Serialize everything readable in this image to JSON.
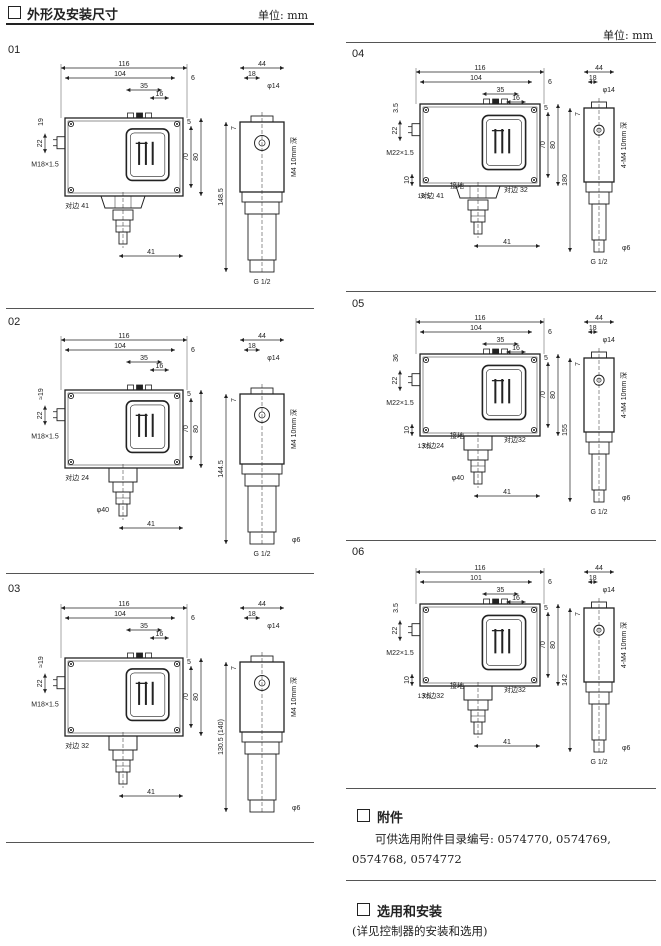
{
  "header": {
    "left_title": "外形及安装尺寸",
    "left_unit": "单位: mm",
    "right_unit": "单位: mm"
  },
  "models": [
    {
      "label": "01",
      "dims": {
        "w_total": "116",
        "w_box": "104",
        "d35": "35",
        "d16": "16",
        "d5": "5",
        "d6": "6",
        "d19": "19",
        "d22": "22",
        "thread": "M18×1.5",
        "h70": "70",
        "h80": "80",
        "flat": "对边 41",
        "w41": "41",
        "d44": "44",
        "d18": "18",
        "phi14": "φ14",
        "vlabel": "M4 10mm 深",
        "h_total": "148.5",
        "g": "G 1/2",
        "d7": "7"
      }
    },
    {
      "label": "02",
      "dims": {
        "w_total": "116",
        "w_box": "104",
        "d35": "35",
        "d16": "16",
        "d5": "5",
        "d6": "6",
        "d19": "≈19",
        "d22": "22",
        "thread": "M18×1.5",
        "h70": "70",
        "h80": "80",
        "flat": "对边 24",
        "w41": "41",
        "d44": "44",
        "d18": "18",
        "phi14": "φ14",
        "vlabel": "M4 10mm 深",
        "h_total": "144.5",
        "g": "G 1/2",
        "phi6": "φ6",
        "phi40": "φ40",
        "d7": "7"
      }
    },
    {
      "label": "03",
      "dims": {
        "w_total": "116",
        "w_box": "104",
        "d35": "35",
        "d16": "16",
        "d5": "5",
        "d6": "6",
        "d19": "≈19",
        "d22": "22",
        "thread": "M18×1.5",
        "h70": "70",
        "h80": "80",
        "flat": "对边 32",
        "w41": "41",
        "d44": "44",
        "d18": "18",
        "phi14": "φ14",
        "vlabel": "M4 10mm 深",
        "h_total": "130.5 (140)",
        "g": "G 1/2",
        "phi6": "φ6",
        "d7": "7"
      }
    },
    {
      "label": "04",
      "dims": {
        "w_total": "116",
        "w_box": "104",
        "d35": "35",
        "d16": "16",
        "d5": "5",
        "d6": "6",
        "d19": "3.5",
        "d22": "22",
        "thread": "M22×1.5",
        "h70": "70",
        "h80": "80",
        "flat": "对边 41",
        "flat2": "对边 32",
        "ground": "接地",
        "d10": "10",
        "d13": "13.5",
        "w41": "41",
        "d44": "44",
        "d18": "18",
        "phi14": "φ14",
        "vlabel": "4-M4 10mm 深",
        "h_total": "180",
        "g": "G 1/2",
        "phi6": "φ6",
        "d7": "7"
      }
    },
    {
      "label": "05",
      "dims": {
        "w_total": "116",
        "w_box": "104",
        "d35": "35",
        "d16": "16",
        "d5": "5",
        "d6": "6",
        "d19": "36",
        "d22": "22",
        "thread": "M22×1.5",
        "h70": "70",
        "h80": "80",
        "flat": "对边24",
        "flat2": "对边32",
        "ground": "接地",
        "d10": "10",
        "d13": "13.5",
        "w41": "41",
        "d44": "44",
        "d18": "18",
        "phi14": "φ14",
        "phi40": "φ40",
        "vlabel": "4-M4 10mm 深",
        "h_total": "155",
        "g": "G 1/2",
        "phi6": "φ6",
        "d7": "7"
      }
    },
    {
      "label": "06",
      "dims": {
        "w_total": "116",
        "w_box": "101",
        "d35": "35",
        "d16": "16",
        "d5": "5",
        "d6": "6",
        "d19": "3.5",
        "d22": "22",
        "thread": "M22×1.5",
        "h70": "70",
        "h80": "80",
        "flat": "对边32",
        "flat2": "对边32",
        "ground": "接地",
        "d10": "10",
        "d13": "13.5",
        "w41": "41",
        "d44": "44",
        "d18": "18",
        "phi14": "φ14",
        "vlabel": "4-M4 10mm 深",
        "h_total": "142",
        "g": "G 1/2",
        "phi6": "φ6",
        "d7": "7"
      }
    }
  ],
  "accessories": {
    "title": "附件",
    "line1": "可供选用附件目录编号: 0574770, 0574769,",
    "line2": "0574768, 0574772"
  },
  "selection": {
    "title": "选用和安装",
    "line1": "(详见控制器的安装和选用)"
  }
}
